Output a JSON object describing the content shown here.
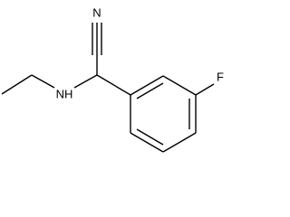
{
  "molecule": {
    "atom_labels": {
      "nitrile_n": "N",
      "amine_nh": "NH",
      "fluorine": "F"
    },
    "bond_color": "#000000"
  }
}
